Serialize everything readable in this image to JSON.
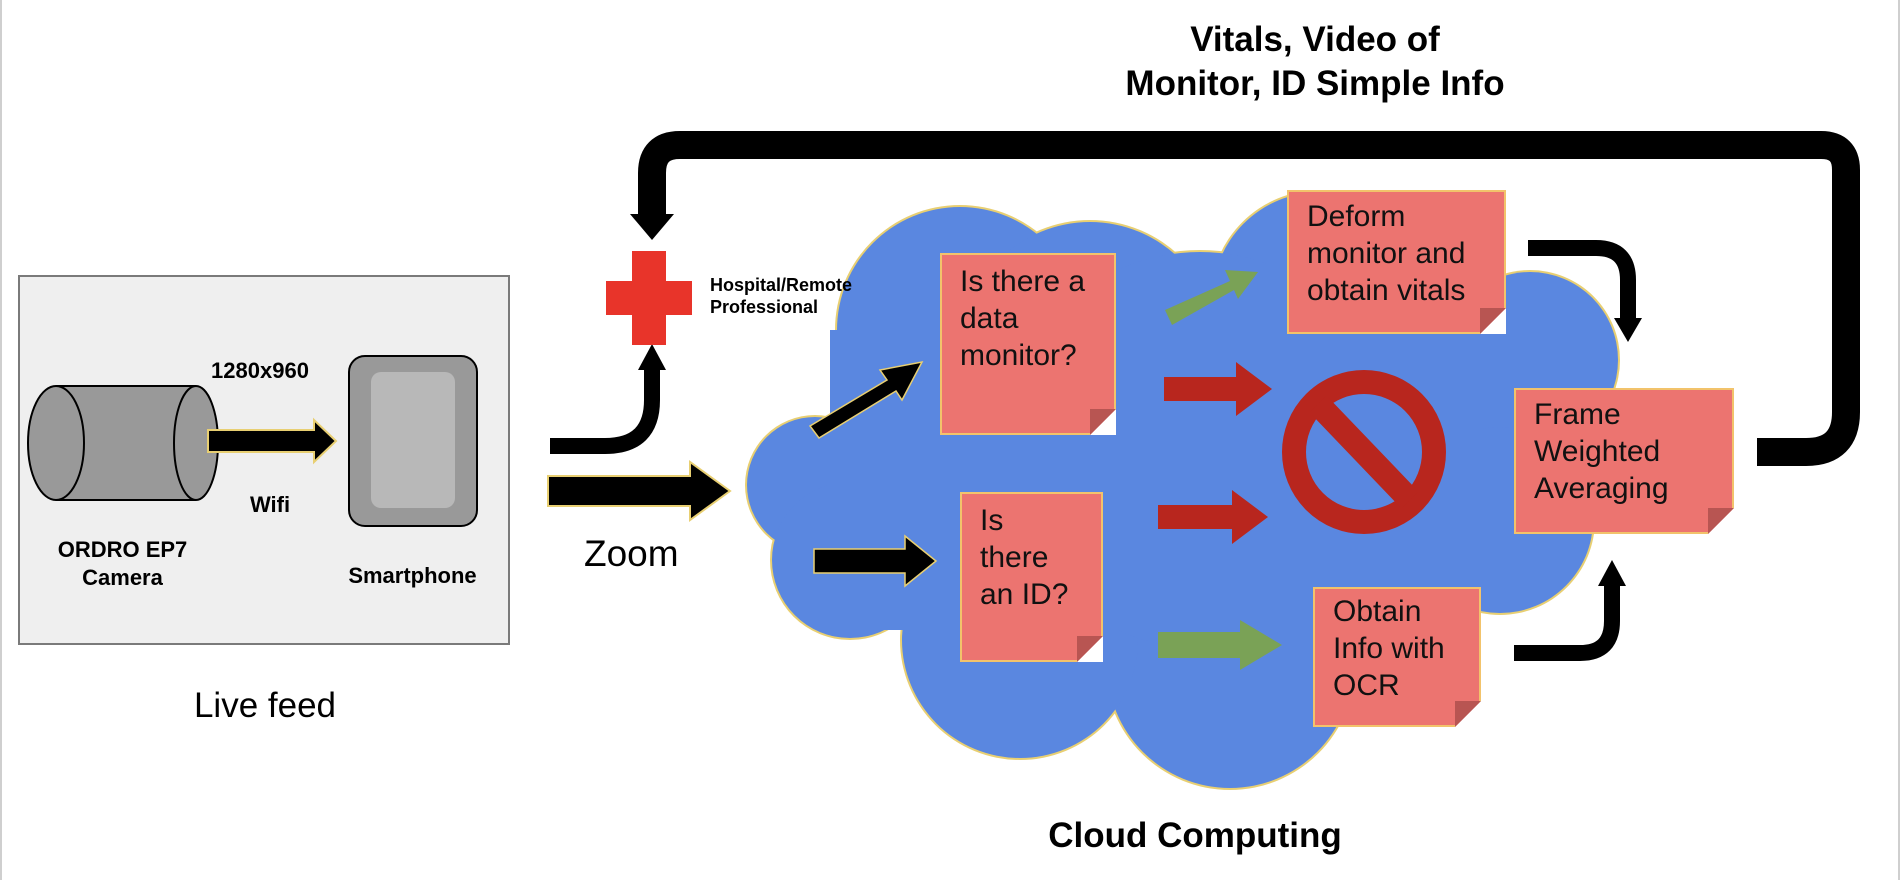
{
  "colors": {
    "cloud": "#5a87e0",
    "cloud_border": "#e8cf72",
    "note": "#ec7470",
    "red_arrow": "#b8261e",
    "green_arrow": "#7aa256",
    "cross": "#e8342a",
    "prohibit": "#b8261e",
    "panel": "#efefef",
    "device": "#999999"
  },
  "icons": {
    "camera": "camera-cylinder-icon",
    "smartphone": "smartphone-icon",
    "hospital": "red-cross-icon",
    "prohibited": "prohibited-icon"
  },
  "labels": {
    "feedback_title_line1": "Vitals, Video of",
    "feedback_title_line2": "Monitor, ID Simple Info",
    "resolution": "1280x960",
    "wifi": "Wifi",
    "camera_line1": "ORDRO EP7",
    "camera_line2": "Camera",
    "smartphone": "Smartphone",
    "live_feed": "Live feed",
    "zoom": "Zoom",
    "hospital_line1": "Hospital/Remote",
    "hospital_line2": "Professional",
    "cloud_computing": "Cloud Computing"
  },
  "notes": {
    "data_monitor": [
      "Is there a",
      "data",
      "monitor?"
    ],
    "id_check": [
      "Is",
      "there",
      "an ID?"
    ],
    "deform": [
      "Deform",
      "monitor and",
      "obtain vitals"
    ],
    "ocr": [
      "Obtain",
      "Info with",
      "OCR"
    ],
    "averaging": [
      "Frame",
      "Weighted",
      "Averaging"
    ]
  }
}
